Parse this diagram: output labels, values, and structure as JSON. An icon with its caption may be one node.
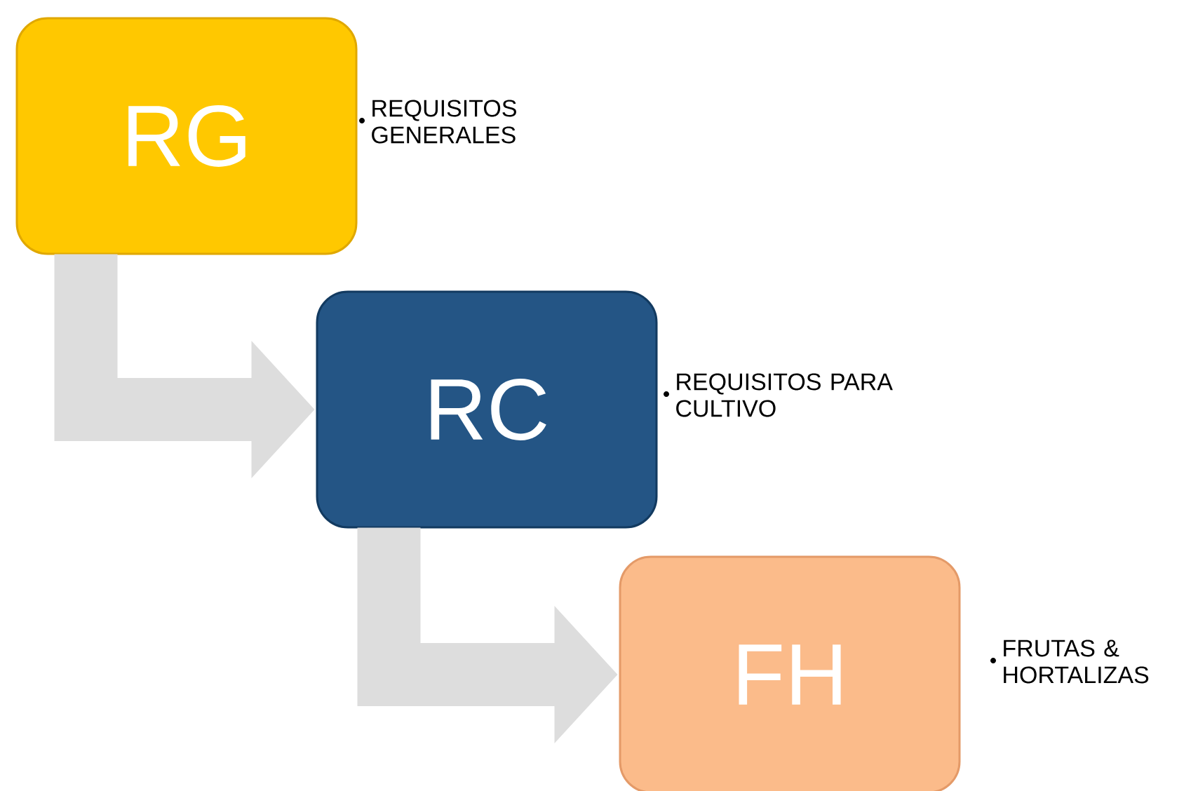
{
  "diagram": {
    "nodes": [
      {
        "text": [
          "RG"
        ],
        "beside": [
          "REQUISITOS GENERALES"
        ]
      },
      {
        "text": [
          "RC"
        ],
        "beside": [
          "REQUISITOS PARA CULTIVO"
        ]
      },
      {
        "text": [
          "FH"
        ],
        "beside": [
          "FRUTAS & HORTALIZAS"
        ]
      }
    ],
    "edges": [
      {
        "from": 0,
        "to": 1,
        "arrow": "to"
      },
      {
        "from": 1,
        "to": 2,
        "arrow": "to"
      }
    ]
  }
}
